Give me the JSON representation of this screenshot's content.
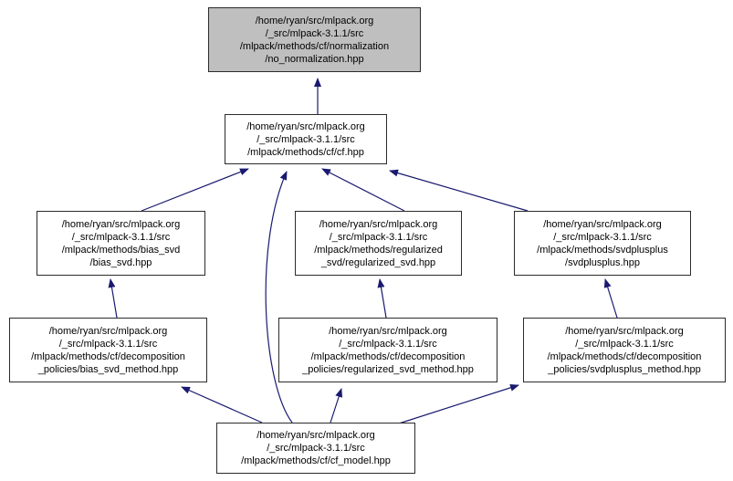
{
  "diagram": {
    "kind": "include-dependency-graph",
    "background_color": "#ffffff",
    "arrow_color": "#1a1a70",
    "root_node_fill": "#bfbfbf",
    "node_fill": "#ffffff",
    "node_border_color": "#2b2b2b"
  },
  "nodes": [
    {
      "id": "no_normalization",
      "role": "root",
      "lines": [
        "/home/ryan/src/mlpack.org",
        "/_src/mlpack-3.1.1/src",
        "/mlpack/methods/cf/normalization",
        "/no_normalization.hpp"
      ]
    },
    {
      "id": "cf",
      "role": "node",
      "lines": [
        "/home/ryan/src/mlpack.org",
        "/_src/mlpack-3.1.1/src",
        "/mlpack/methods/cf/cf.hpp"
      ]
    },
    {
      "id": "bias_svd",
      "role": "node",
      "lines": [
        "/home/ryan/src/mlpack.org",
        "/_src/mlpack-3.1.1/src",
        "/mlpack/methods/bias_svd",
        "/bias_svd.hpp"
      ]
    },
    {
      "id": "regularized_svd",
      "role": "node",
      "lines": [
        "/home/ryan/src/mlpack.org",
        "/_src/mlpack-3.1.1/src",
        "/mlpack/methods/regularized",
        "_svd/regularized_svd.hpp"
      ]
    },
    {
      "id": "svdplusplus",
      "role": "node",
      "lines": [
        "/home/ryan/src/mlpack.org",
        "/_src/mlpack-3.1.1/src",
        "/mlpack/methods/svdplusplus",
        "/svdplusplus.hpp"
      ]
    },
    {
      "id": "bias_svd_method",
      "role": "node",
      "lines": [
        "/home/ryan/src/mlpack.org",
        "/_src/mlpack-3.1.1/src",
        "/mlpack/methods/cf/decomposition",
        "_policies/bias_svd_method.hpp"
      ]
    },
    {
      "id": "regularized_svd_method",
      "role": "node",
      "lines": [
        "/home/ryan/src/mlpack.org",
        "/_src/mlpack-3.1.1/src",
        "/mlpack/methods/cf/decomposition",
        "_policies/regularized_svd_method.hpp"
      ]
    },
    {
      "id": "svdplusplus_method",
      "role": "node",
      "lines": [
        "/home/ryan/src/mlpack.org",
        "/_src/mlpack-3.1.1/src",
        "/mlpack/methods/cf/decomposition",
        "_policies/svdplusplus_method.hpp"
      ]
    },
    {
      "id": "cf_model",
      "role": "node",
      "lines": [
        "/home/ryan/src/mlpack.org",
        "/_src/mlpack-3.1.1/src",
        "/mlpack/methods/cf/cf_model.hpp"
      ]
    }
  ],
  "edges": [
    {
      "from": "cf",
      "to": "no_normalization"
    },
    {
      "from": "bias_svd",
      "to": "cf"
    },
    {
      "from": "regularized_svd",
      "to": "cf"
    },
    {
      "from": "svdplusplus",
      "to": "cf"
    },
    {
      "from": "cf_model",
      "to": "cf"
    },
    {
      "from": "bias_svd_method",
      "to": "bias_svd"
    },
    {
      "from": "regularized_svd_method",
      "to": "regularized_svd"
    },
    {
      "from": "svdplusplus_method",
      "to": "svdplusplus"
    },
    {
      "from": "cf_model",
      "to": "bias_svd_method"
    },
    {
      "from": "cf_model",
      "to": "regularized_svd_method"
    },
    {
      "from": "cf_model",
      "to": "svdplusplus_method"
    }
  ]
}
